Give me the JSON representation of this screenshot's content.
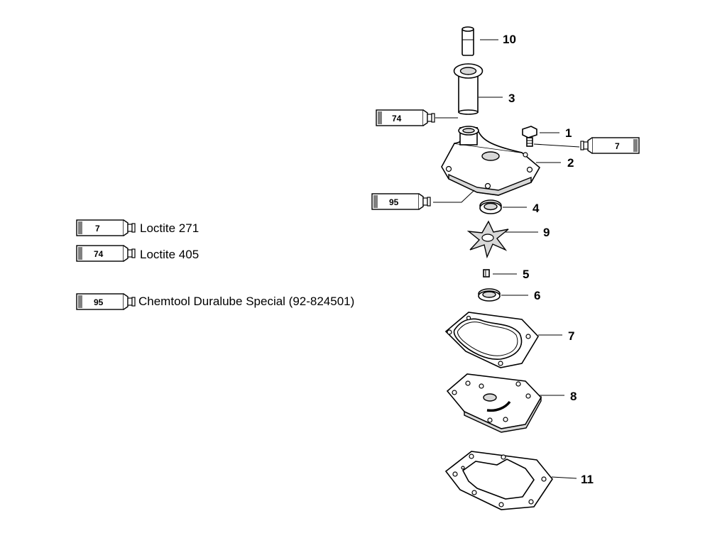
{
  "callouts": {
    "c1": "1",
    "c2": "2",
    "c3": "3",
    "c4": "4",
    "c5": "5",
    "c6": "6",
    "c7": "7",
    "c8": "8",
    "c9": "9",
    "c10": "10",
    "c11": "11"
  },
  "tubes": {
    "t74_top": "74",
    "t7_right": "7",
    "t95_mid": "95"
  },
  "legend": {
    "items": [
      {
        "num": "7",
        "label": "Loctite 271"
      },
      {
        "num": "74",
        "label": "Loctite 405"
      },
      {
        "num": "95",
        "label": "Chemtool Duralube Special (92-824501)"
      }
    ]
  }
}
